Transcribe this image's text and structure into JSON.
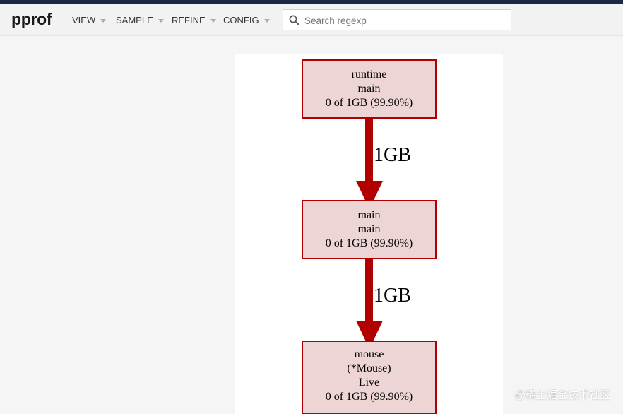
{
  "app": {
    "title": "pprof"
  },
  "menu": [
    {
      "label": "VIEW"
    },
    {
      "label": "SAMPLE"
    },
    {
      "label": "REFINE"
    },
    {
      "label": "CONFIG"
    }
  ],
  "search": {
    "placeholder": "Search regexp",
    "value": ""
  },
  "graph": {
    "nodes": [
      {
        "lines": [
          "runtime",
          "main",
          "0 of 1GB (99.90%)"
        ]
      },
      {
        "lines": [
          "main",
          "main",
          "0 of 1GB (99.90%)"
        ]
      },
      {
        "lines": [
          "mouse",
          "(*Mouse)",
          "Live",
          "0 of 1GB (99.90%)"
        ]
      }
    ],
    "edges": [
      {
        "label": "1GB"
      },
      {
        "label": "1GB"
      }
    ]
  },
  "colors": {
    "accent_bar": "#1b2a44",
    "node_fill": "#edd5d5",
    "node_border": "#b20000",
    "edge": "#b20000"
  },
  "watermark": {
    "text": "@稀土掘金技术社区"
  }
}
